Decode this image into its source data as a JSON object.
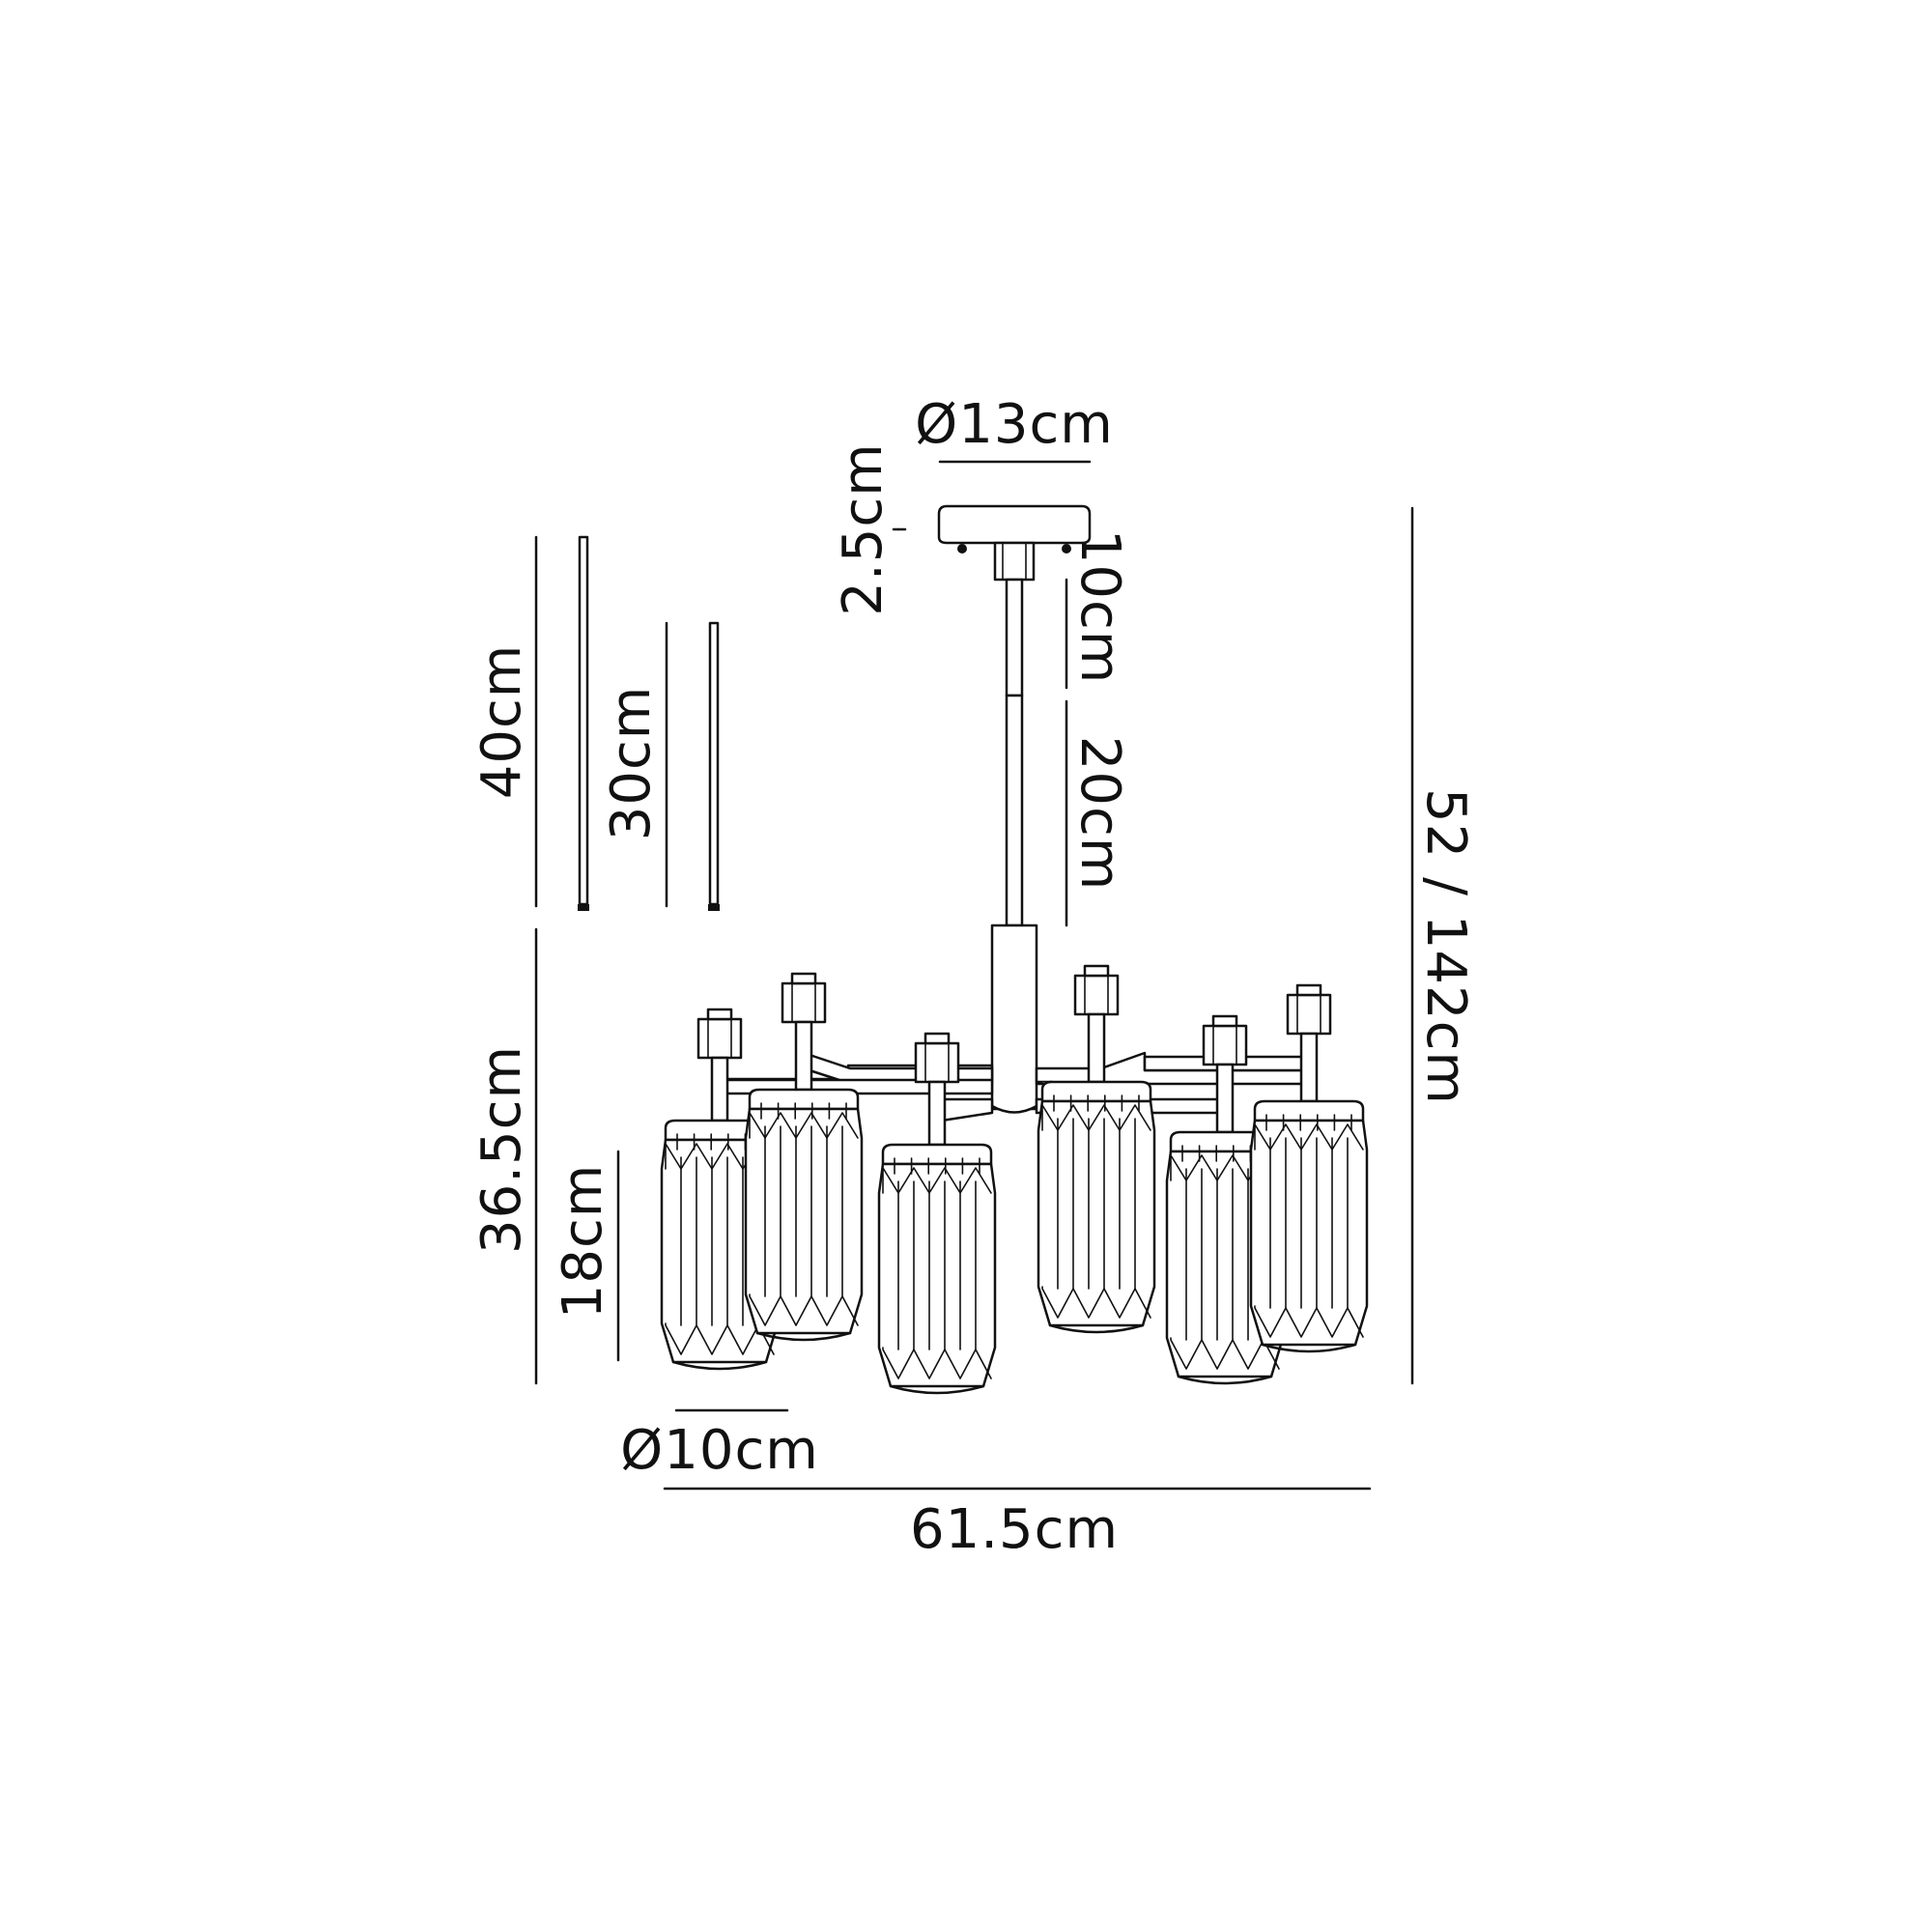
{
  "dimensions": {
    "canopy_diameter": "Ø13cm",
    "canopy_height": "2.5cm",
    "rod_10": "10cm",
    "rod_20": "20cm",
    "rod_40": "40cm",
    "rod_30": "30cm",
    "overall_height": "52 / 142cm",
    "body_height": "36.5cm",
    "shade_height": "18cm",
    "shade_diameter": "Ø10cm",
    "overall_width": "61.5cm"
  },
  "colors": {
    "line": "#111111",
    "background": "#ffffff"
  }
}
